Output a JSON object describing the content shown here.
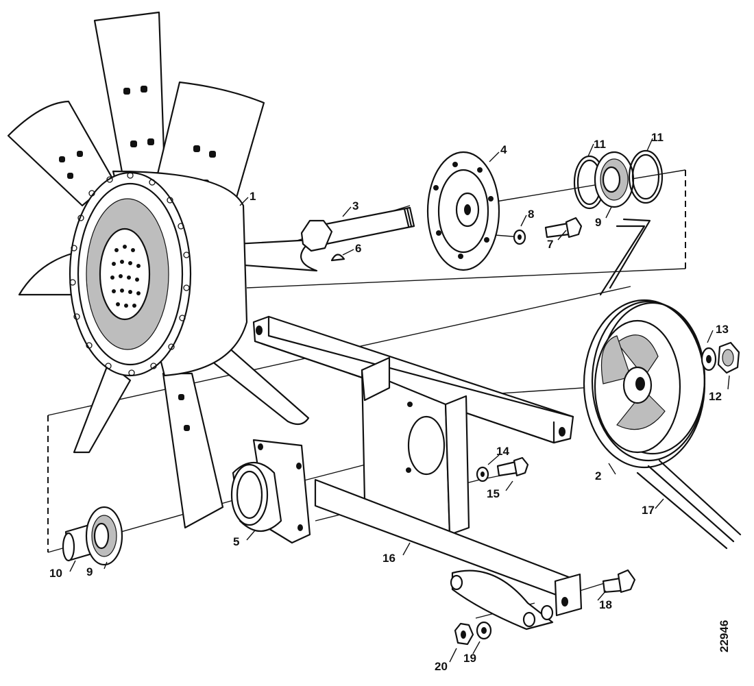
{
  "figure_id": "22946",
  "callouts": {
    "c1": "1",
    "c2": "2",
    "c3": "3",
    "c4": "4",
    "c5": "5",
    "c6": "6",
    "c7": "7",
    "c8": "8",
    "c9a": "9",
    "c9b": "9",
    "c10": "10",
    "c11a": "11",
    "c11b": "11",
    "c12": "12",
    "c13": "13",
    "c14": "14",
    "c15": "15",
    "c16": "16",
    "c17": "17",
    "c18": "18",
    "c19": "19",
    "c20": "20"
  },
  "parts": [
    {
      "callout": "1",
      "icon": "fan-assembly-icon"
    },
    {
      "callout": "2",
      "icon": "pulley-icon"
    },
    {
      "callout": "3",
      "icon": "shaft-icon"
    },
    {
      "callout": "4",
      "icon": "flange-hub-icon"
    },
    {
      "callout": "5",
      "icon": "bearing-housing-icon"
    },
    {
      "callout": "6",
      "icon": "woodruff-key-icon"
    },
    {
      "callout": "7",
      "icon": "screw-icon"
    },
    {
      "callout": "8",
      "icon": "washer-icon"
    },
    {
      "callout": "9",
      "icon": "ball-bearing-icon"
    },
    {
      "callout": "10",
      "icon": "spacer-sleeve-icon"
    },
    {
      "callout": "11",
      "icon": "circlip-icon"
    },
    {
      "callout": "12",
      "icon": "nut-icon"
    },
    {
      "callout": "13",
      "icon": "washer-icon"
    },
    {
      "callout": "14",
      "icon": "washer-icon"
    },
    {
      "callout": "15",
      "icon": "screw-icon"
    },
    {
      "callout": "16",
      "icon": "bracket-frame-icon"
    },
    {
      "callout": "17",
      "icon": "v-belt-icon"
    },
    {
      "callout": "18",
      "icon": "screw-icon"
    },
    {
      "callout": "19",
      "icon": "washer-icon"
    },
    {
      "callout": "20",
      "icon": "nut-icon"
    }
  ]
}
